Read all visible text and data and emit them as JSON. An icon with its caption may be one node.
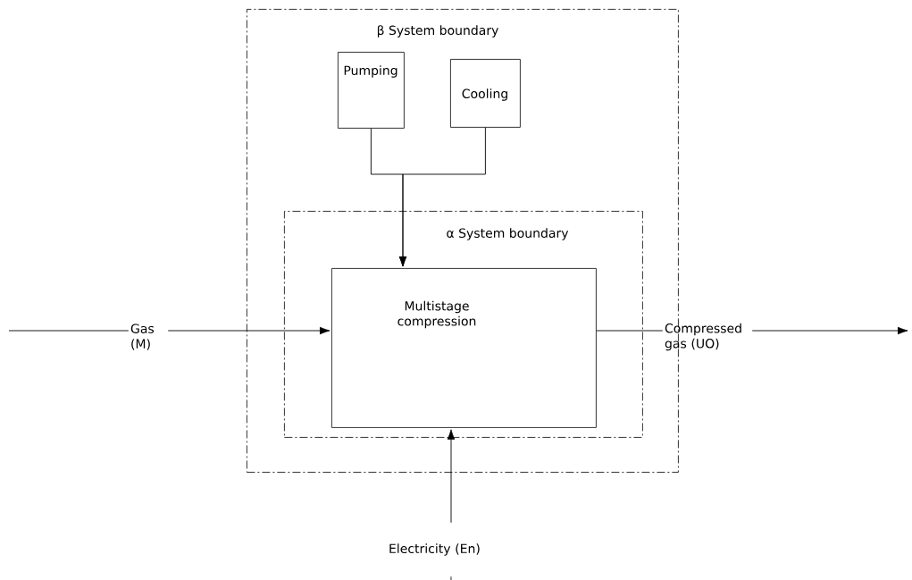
{
  "diagram": {
    "nodes": [
      {
        "text": [
          "β System boundary"
        ]
      },
      {
        "text": [
          "Pumping"
        ],
        "in": 0
      },
      {
        "text": [
          "Cooling"
        ],
        "in": 0
      },
      {
        "text": [
          "α System boundary"
        ],
        "in": 0
      },
      {
        "text": [
          "Multistage compression"
        ],
        "in": 3
      },
      {
        "text": [
          "Gas (M)"
        ]
      },
      {
        "text": [
          "Compressed gas (UO)"
        ]
      },
      {
        "text": [
          "Electricity (En)"
        ]
      }
    ],
    "edges": [
      {
        "from": null,
        "to": 5,
        "arrow": "none"
      },
      {
        "from": 5,
        "to": 4,
        "arrow": "to"
      },
      {
        "from": 4,
        "to": 6,
        "arrow": "none"
      },
      {
        "from": 6,
        "to": null,
        "arrow": "to"
      },
      {
        "from": null,
        "to": 7,
        "arrow": "none"
      },
      {
        "from": 7,
        "to": 4,
        "arrow": "to"
      },
      {
        "from": 1,
        "to": 4,
        "arrow": "to"
      },
      {
        "from": 2,
        "to": 4,
        "arrow": "to"
      }
    ]
  }
}
